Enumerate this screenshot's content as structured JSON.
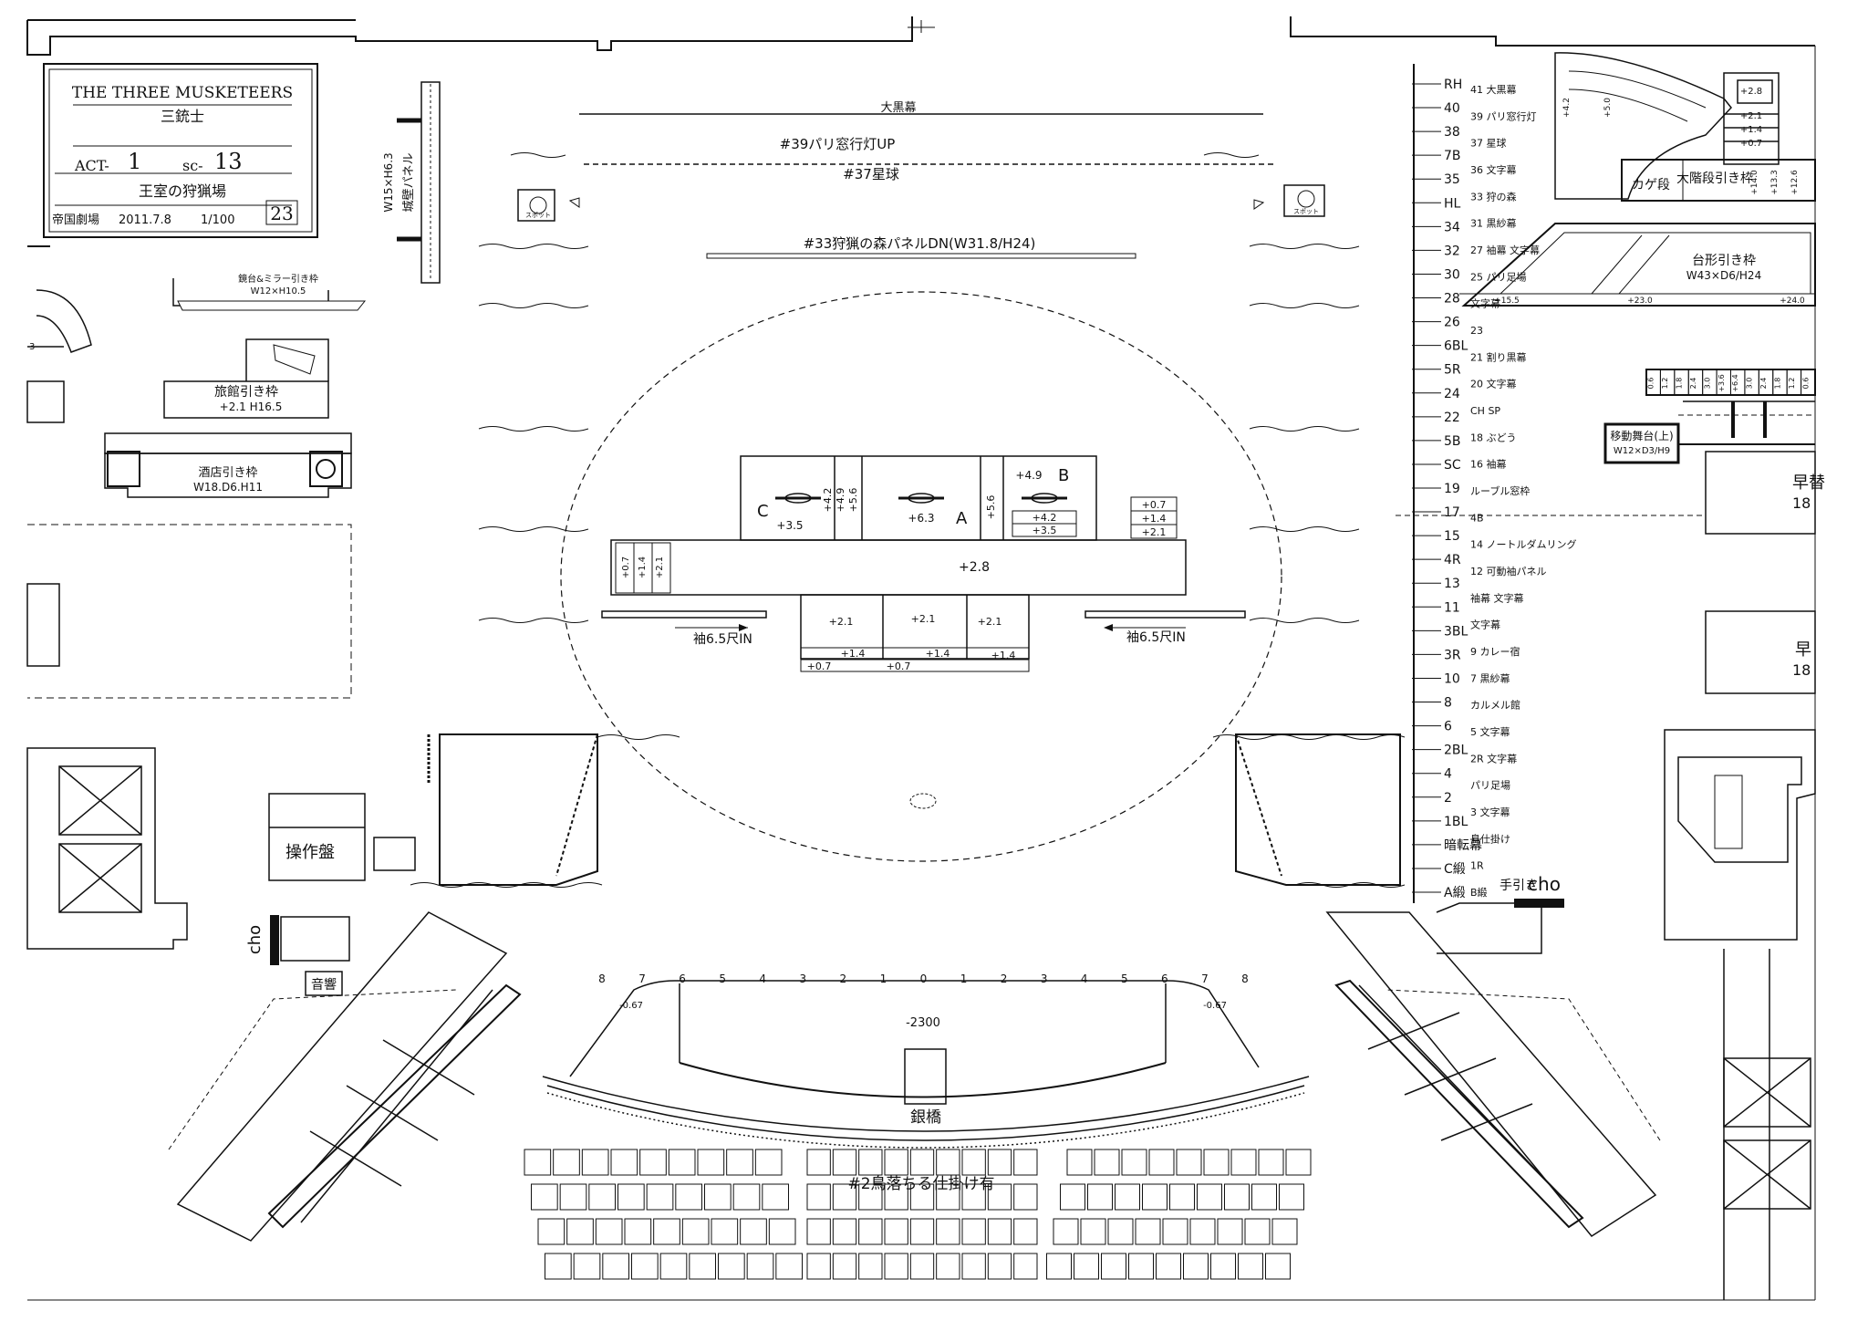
{
  "title_block": {
    "title_en": "THE THREE MUSKETEERS",
    "title_jp": "三銃士",
    "act_label": "ACT-",
    "act_value": "1",
    "sc_label": "sc-",
    "sc_value": "13",
    "scene_name": "王室の狩猟場",
    "theatre": "帝国劇場",
    "date": "2011.7.8",
    "scale": "1/100",
    "page": "23"
  },
  "header_labels": {
    "daikokumaku": "大黒幕",
    "paris_window": "#39パリ窓行灯UP",
    "star_ball": "#37星球",
    "forest_panel": "#33狩猟の森パネルDN(W31.8/H24)",
    "castle_panel": "城壁パネル",
    "castle_panel_size": "W15×H6.3",
    "mirror_frame": "鏡台&ミラー引き枠",
    "mirror_size": "W12×H10.5",
    "inn_frame": "旅館引き枠",
    "inn_height": "+2.1  H16.5",
    "bar_frame": "酒店引き枠",
    "bar_size": "W18.D6.H11",
    "kage_dan": "カゲ段",
    "grand_stair": "大階段引き枠",
    "trapezoid_frame": "台形引き枠",
    "trapezoid_size": "W43×D6/H24",
    "moving_stage": "移動舞台(上)",
    "moving_stage_size": "W12×D3/H9",
    "console": "操作盤",
    "sound": "音響",
    "cho_left": "cho",
    "cho_right": "cho",
    "hand_pull": "手引き",
    "silver_bridge": "銀橋",
    "bird_drop": "#2鳥落ちる仕掛け有",
    "orch_level": "-2300",
    "sode_left": "袖6.5尺IN",
    "sode_right": "袖6.5尺IN",
    "spot_left": "スポット",
    "spot_right": "スポット",
    "edge_right_1": "早替",
    "edge_right_1b": "18",
    "edge_right_2": "早",
    "edge_right_2b": "18"
  },
  "stage_set": {
    "platform_main": "+2.8",
    "label_a": "A",
    "label_b": "B",
    "label_c": "C",
    "val_a": "+6.3",
    "val_b": "+4.9",
    "val_c": "+3.5",
    "step_56a": "+5.6",
    "step_49": "+4.9",
    "step_42": "+4.2",
    "step_56b": "+5.6",
    "b_step_42": "+4.2",
    "b_step_35": "+3.5",
    "r_07": "+0.7",
    "r_14": "+1.4",
    "r_21": "+2.1",
    "l_07": "+0.7",
    "l_14": "+1.4",
    "l_21": "+2.1",
    "front_21a": "+2.1",
    "front_21b": "+2.1",
    "front_21c": "+2.1",
    "front_14a": "+1.4",
    "front_14b": "+1.4",
    "front_14c": "+1.4",
    "front_07a": "+0.7",
    "front_07b": "+0.7"
  },
  "stair_values": [
    "+2.8",
    "+2.1",
    "+1.4",
    "+0.7"
  ],
  "grand_stair_values": [
    "+14.0",
    "+13.3",
    "+12.6"
  ],
  "misc_values": {
    "v42": "+4.2",
    "v50": "+5.0",
    "t155": "+15.5",
    "t230": "+23.0",
    "t240": "+24.0",
    "left_neg": "-0.67",
    "right_neg": "-0.67",
    "left_edge": "3"
  },
  "moving_steps": [
    "0.6",
    "1.2",
    "1.8",
    "2.4",
    "3.0",
    "+3.6",
    "+6.4",
    "3.0",
    "2.4",
    "1.8",
    "1.2",
    "0.6"
  ],
  "stage_numbers": [
    "8",
    "7",
    "6",
    "5",
    "4",
    "3",
    "2",
    "1",
    "0",
    "1",
    "2",
    "3",
    "4",
    "5",
    "6",
    "7",
    "8"
  ],
  "line_set_left": [
    "RH",
    "40",
    "38",
    "7B",
    "35",
    "HL",
    "34",
    "32",
    "30",
    "28",
    "26",
    "6BL",
    "5R",
    "24",
    "22",
    "5B",
    "SC",
    "19",
    "17",
    "15",
    "4R",
    "13",
    "11",
    "3BL",
    "3R",
    "10",
    "8",
    "6",
    "2BL",
    "4",
    "2",
    "1BL",
    "暗転幕",
    "C緞",
    "A緞"
  ],
  "line_set_right": [
    "41 大黒幕",
    "39 パリ窓行灯",
    "37 星球",
    "36 文字幕",
    "33 狩の森",
    "31 黒紗幕",
    "27 袖幕 文字幕",
    "25 パリ足場",
    "文字幕",
    "23",
    "21 割り黒幕",
    "20 文字幕",
    "CH SP",
    "18 ぶどう",
    "16 袖幕",
    "ルーブル窓枠",
    "4B",
    "14 ノートルダムリング",
    "12 可動袖パネル",
    "袖幕 文字幕",
    "文字幕",
    "9 カレー宿",
    "7 黒紗幕",
    "カルメル館",
    "5 文字幕",
    "2R 文字幕",
    "パリ足場",
    "3 文字幕",
    "鳥仕掛け",
    "1R",
    "B緞"
  ]
}
